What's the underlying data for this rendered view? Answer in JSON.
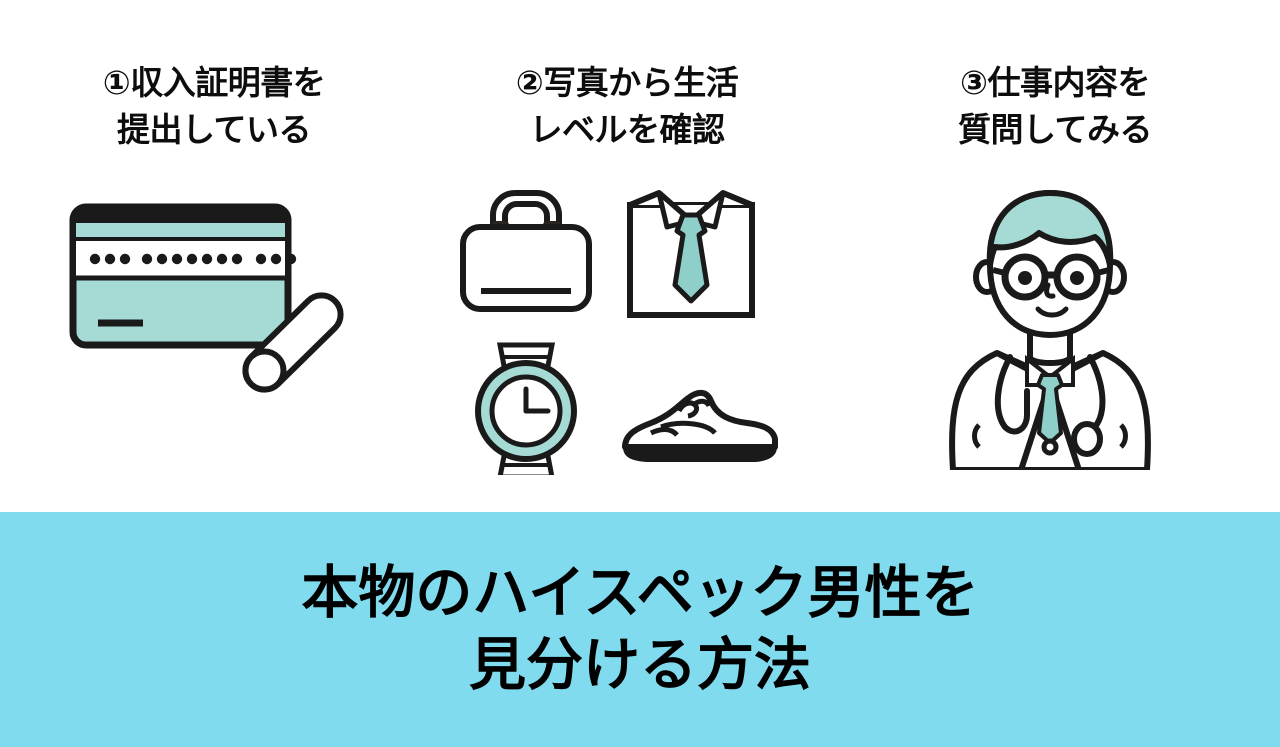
{
  "colors": {
    "banner_background": "#81DBEF",
    "accent_teal": "#A6DBD5",
    "tie_teal": "#8ECFC9",
    "ink": "#1A1A1A",
    "text": "#0D0D0D",
    "white": "#FFFFFF"
  },
  "columns": [
    {
      "number": "①",
      "heading": "①収入証明書を\n提出している",
      "illustration": "income-certificate-icon"
    },
    {
      "number": "②",
      "heading": "②写真から生活\nレベルを確認",
      "illustration": "lifestyle-items-icon"
    },
    {
      "number": "③",
      "heading": "③仕事内容を\n質問してみる",
      "illustration": "doctor-illustration"
    }
  ],
  "banner": {
    "line1": "本物のハイスペック男性を",
    "line2": "見分ける方法"
  },
  "icons": {
    "certificate": "certificate-card-icon",
    "scroll": "rolled-scroll-icon",
    "briefcase": "briefcase-icon",
    "shirt": "dress-shirt-tie-icon",
    "watch": "wristwatch-icon",
    "shoe": "dress-shoe-icon",
    "doctor": "doctor-avatar-icon"
  }
}
